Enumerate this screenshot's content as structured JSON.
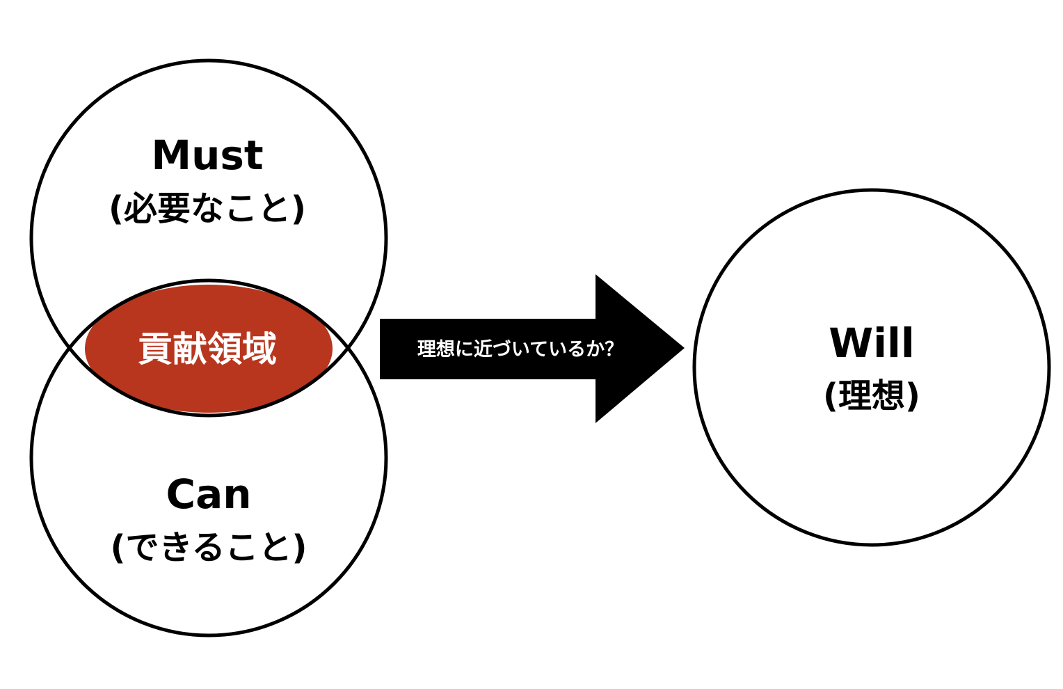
{
  "colors": {
    "background": "#ffffff",
    "stroke": "#000000",
    "overlap_fill": "#b8361e",
    "arrow_fill": "#000000",
    "overlap_text": "#ffffff",
    "arrow_text": "#ffffff"
  },
  "must": {
    "title": "Must",
    "subtitle": "(必要なこと)"
  },
  "can": {
    "title": "Can",
    "subtitle": "(できること)"
  },
  "overlap": {
    "label": "貢献領域"
  },
  "arrow": {
    "label": "理想に近づいているか？"
  },
  "will": {
    "title": "Will",
    "subtitle": "(理想)"
  }
}
